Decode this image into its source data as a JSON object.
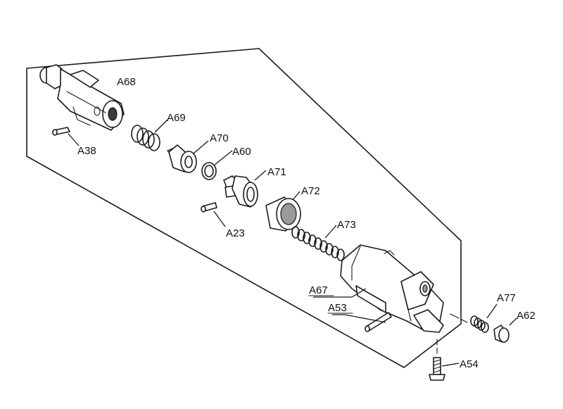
{
  "parts": [
    {
      "id": "A68"
    },
    {
      "id": "A38"
    },
    {
      "id": "A69"
    },
    {
      "id": "A70"
    },
    {
      "id": "A60"
    },
    {
      "id": "A71"
    },
    {
      "id": "A23"
    },
    {
      "id": "A72"
    },
    {
      "id": "A73"
    },
    {
      "id": "A67"
    },
    {
      "id": "A53"
    },
    {
      "id": "A77"
    },
    {
      "id": "A62"
    },
    {
      "id": "A54"
    }
  ],
  "colors": {
    "ink": "#1a1a1a",
    "shade": "#9a9a9a",
    "background": "#ffffff"
  }
}
